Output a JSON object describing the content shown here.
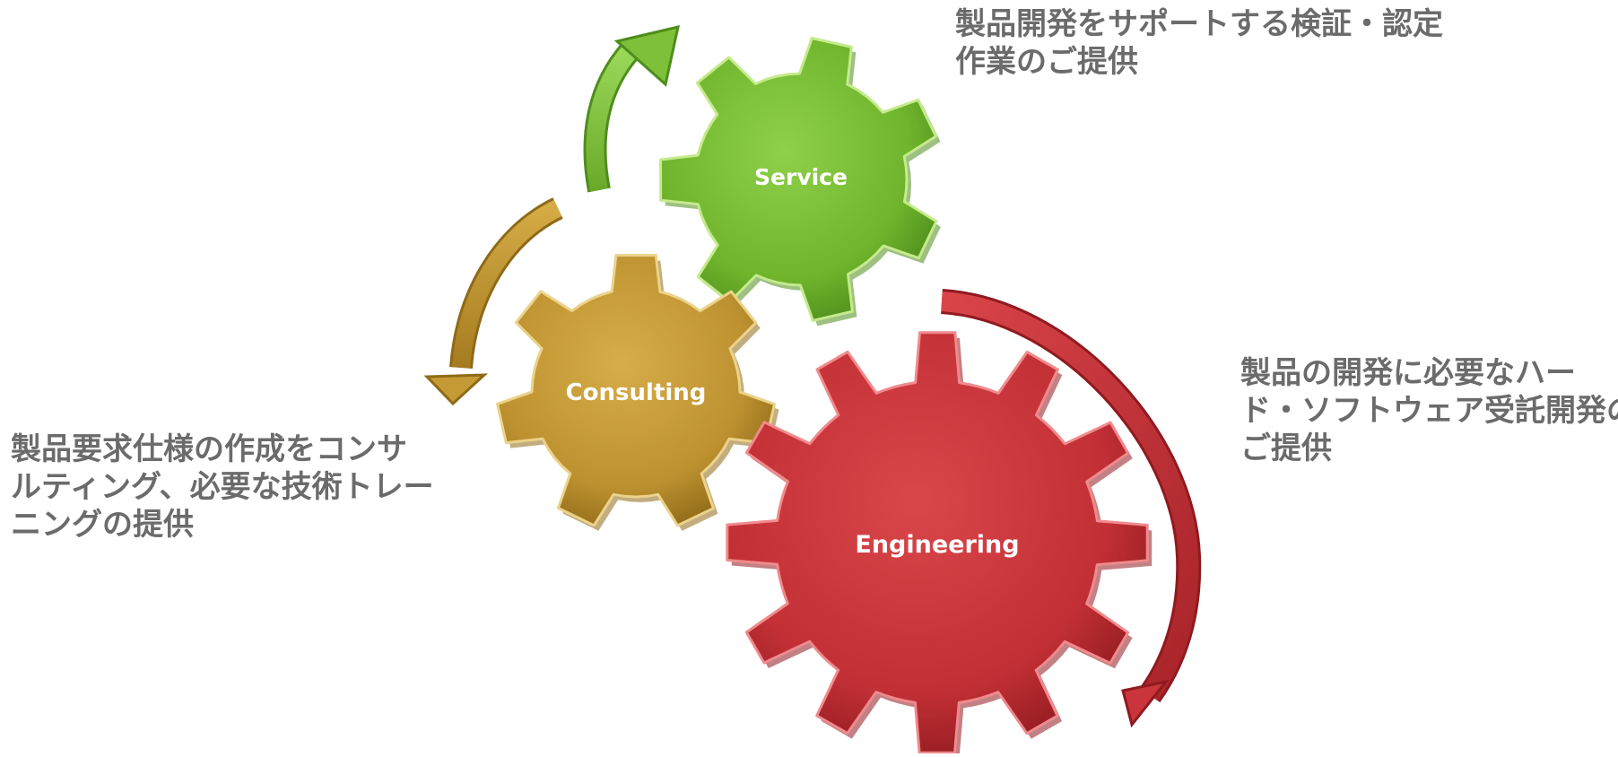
{
  "diagram": {
    "gears": [
      {
        "id": "service",
        "label": "Service",
        "color": "#7fc03a",
        "dark": "#4f8d1c",
        "light": "#c5ea8c"
      },
      {
        "id": "consulting",
        "label": "Consulting",
        "color": "#c59a35",
        "dark": "#8f6a17",
        "light": "#ecd28a"
      },
      {
        "id": "engineering",
        "label": "Engineering",
        "color": "#c9353a",
        "dark": "#8f1a1f",
        "light": "#f08a8c"
      }
    ],
    "descriptions": {
      "service": [
        "製品開発をサポートする検証・認定",
        "作業のご提供"
      ],
      "engineering": [
        "製品の開発に必要なハー",
        "ド・ソフトウェア受託開発の",
        "ご提供"
      ],
      "consulting": [
        "製品要求仕様の作成をコンサ",
        "ルティング、必要な技術トレー",
        "ニングの提供"
      ]
    }
  }
}
